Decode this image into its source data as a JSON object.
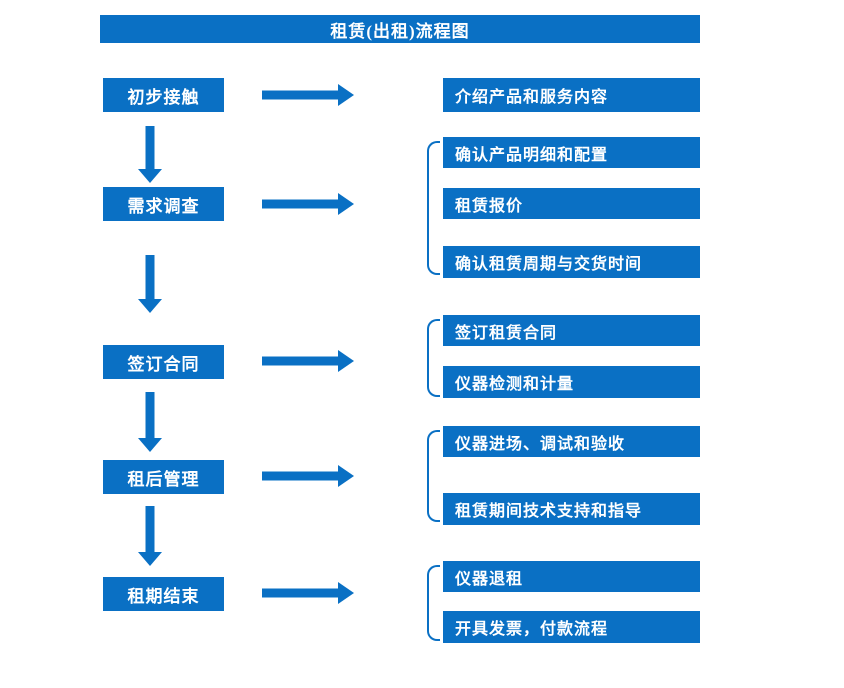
{
  "title": "租赁(出租)流程图",
  "colors": {
    "accent": "#0a70c4",
    "background": "#ffffff",
    "text_on_accent": "#ffffff"
  },
  "stages": [
    {
      "label": "初步接触",
      "items": [
        "介绍产品和服务内容"
      ]
    },
    {
      "label": "需求调查",
      "items": [
        "确认产品明细和配置",
        "租赁报价",
        "确认租赁周期与交货时间"
      ]
    },
    {
      "label": "签订合同",
      "items": [
        "签订租赁合同",
        "仪器检测和计量"
      ]
    },
    {
      "label": "租后管理",
      "items": [
        "仪器进场、调试和验收",
        "租赁期间技术支持和指导"
      ]
    },
    {
      "label": "租期结束",
      "items": [
        "仪器退租",
        "开具发票，付款流程"
      ]
    }
  ]
}
